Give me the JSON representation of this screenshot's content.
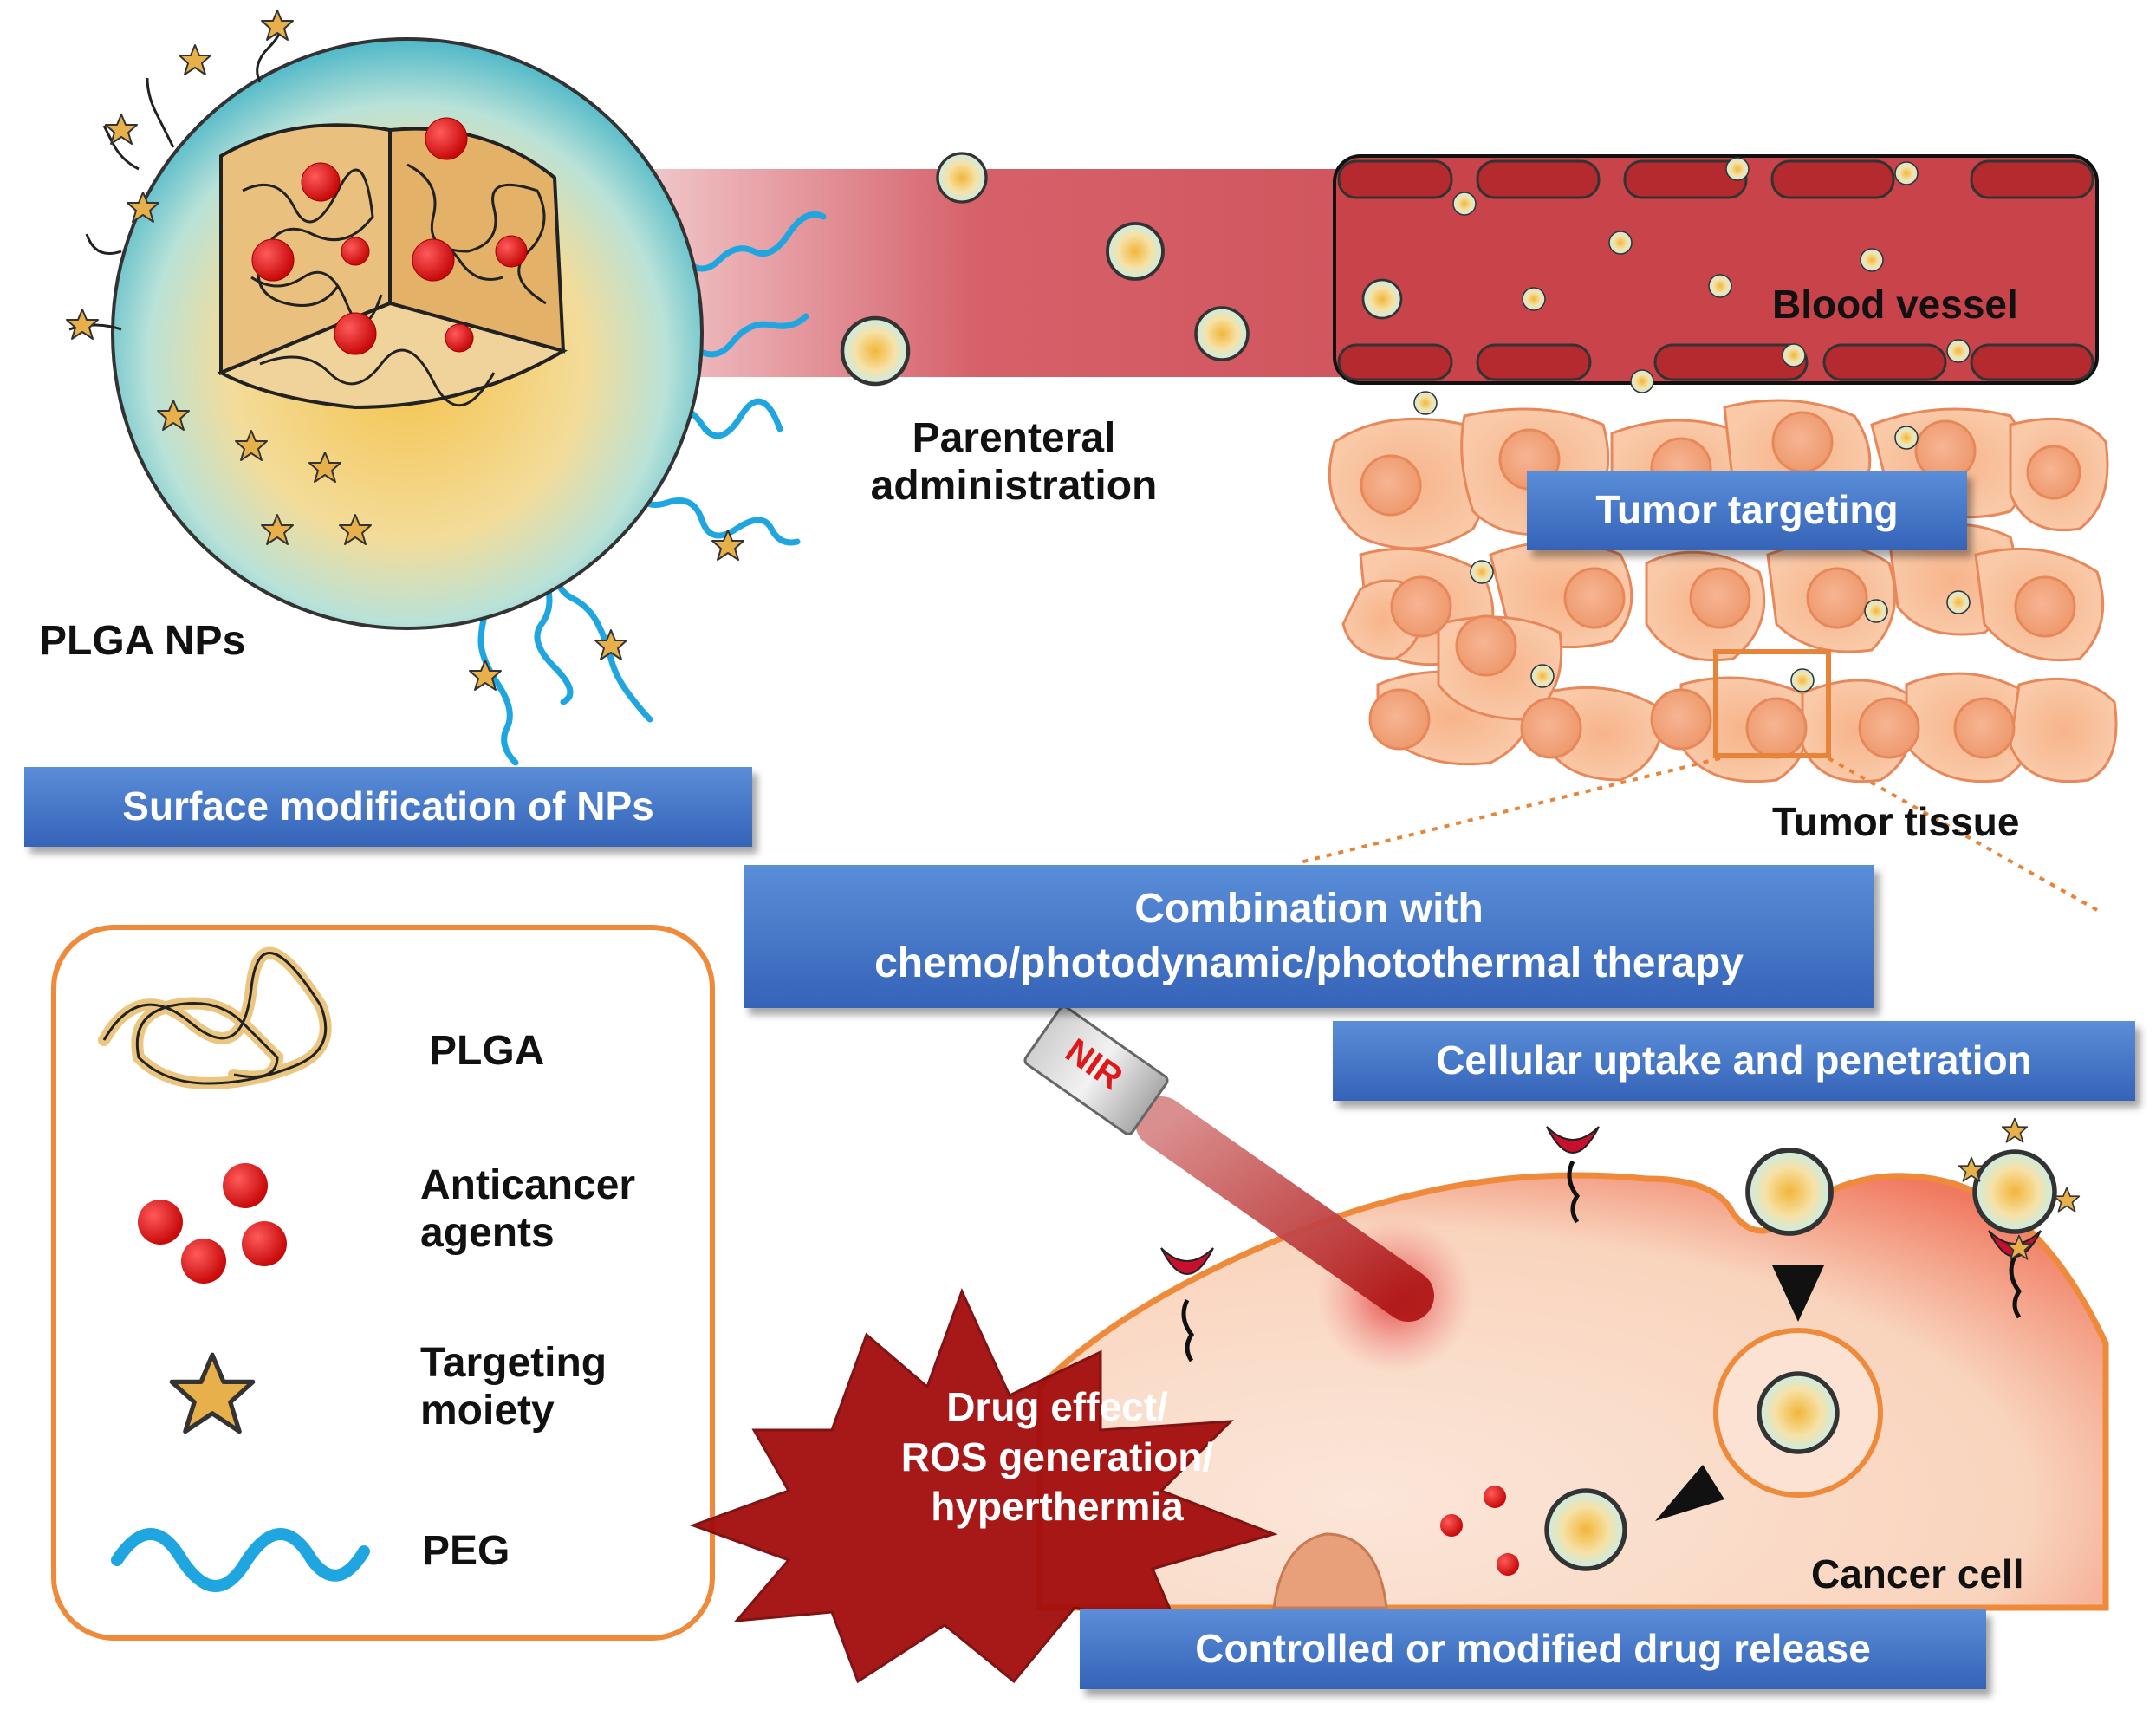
{
  "labels": {
    "plga_nps": "PLGA NPs",
    "parenteral_line1": "Parenteral",
    "parenteral_line2": "administration",
    "blood_vessel": "Blood vessel",
    "tumor_tissue": "Tumor tissue",
    "cancer_cell": "Cancer cell",
    "nir": "NIR"
  },
  "boxes": {
    "surface_modification": "Surface modification of NPs",
    "tumor_targeting": "Tumor targeting",
    "combination_line1": "Combination with",
    "combination_line2": "chemo/photodynamic/photothermal therapy",
    "cellular_uptake": "Cellular uptake and penetration",
    "controlled_release": "Controlled or modified drug release"
  },
  "burst": {
    "line1": "Drug effect/",
    "line2": "ROS generation/",
    "line3": "hyperthermia"
  },
  "legend": {
    "plga": "PLGA",
    "anticancer_line1": "Anticancer",
    "anticancer_line2": "agents",
    "targeting_line1": "Targeting",
    "targeting_line2": "moiety",
    "peg": "PEG"
  },
  "colors": {
    "vessel": "#c8444a",
    "rbc": "#b52a2e",
    "tissue": "#f7b98f",
    "tissue_stroke": "#e8885a",
    "box_blue": "#3f70c4",
    "peg_blue": "#1fa6e0",
    "star_gold": "#e8b04a",
    "drug_red": "#e01818",
    "legend_border": "#ee8a3a",
    "burst_red": "#a30d0d"
  }
}
